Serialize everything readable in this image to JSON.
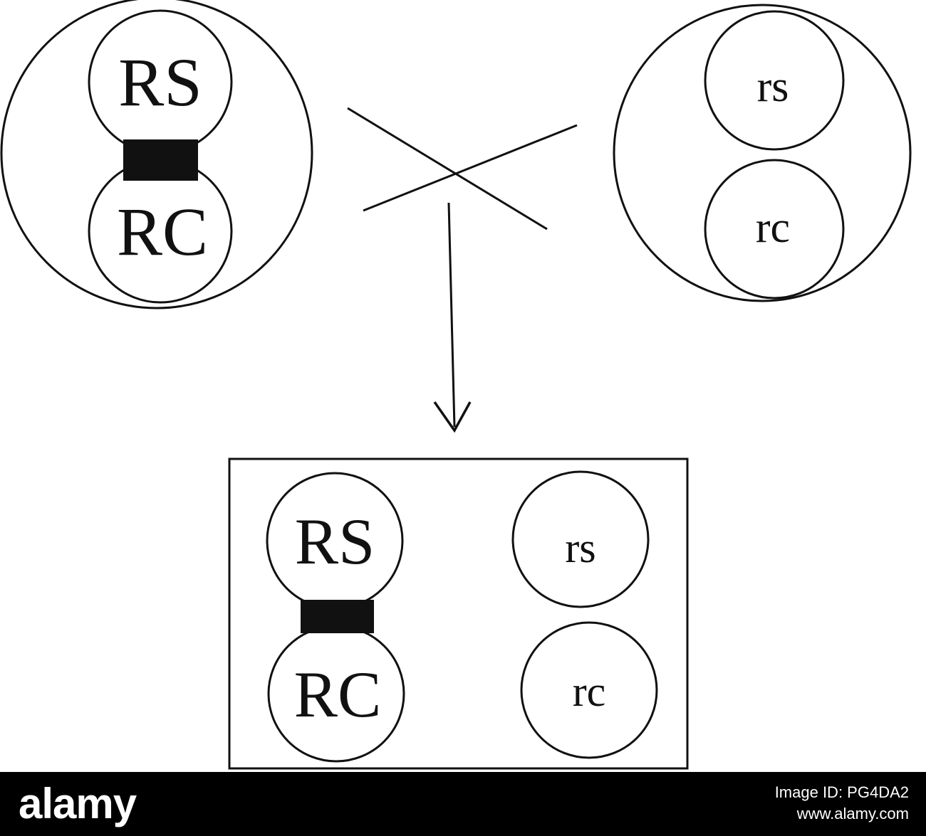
{
  "diagram": {
    "parent_left": {
      "top_label": "RS",
      "bottom_label": "RC"
    },
    "parent_right": {
      "top_label": "rs",
      "bottom_label": "rc"
    },
    "offspring": {
      "linked_top": "RS",
      "linked_bottom": "RC",
      "free_top": "rs",
      "free_bottom": "rc"
    }
  },
  "footer": {
    "brand": "alamy",
    "image_id_label": "Image ID: PG4DA2",
    "site": "www.alamy.com"
  },
  "colors": {
    "ink": "#111111",
    "footer_bg": "#000000",
    "footer_text": "#ffffff"
  }
}
